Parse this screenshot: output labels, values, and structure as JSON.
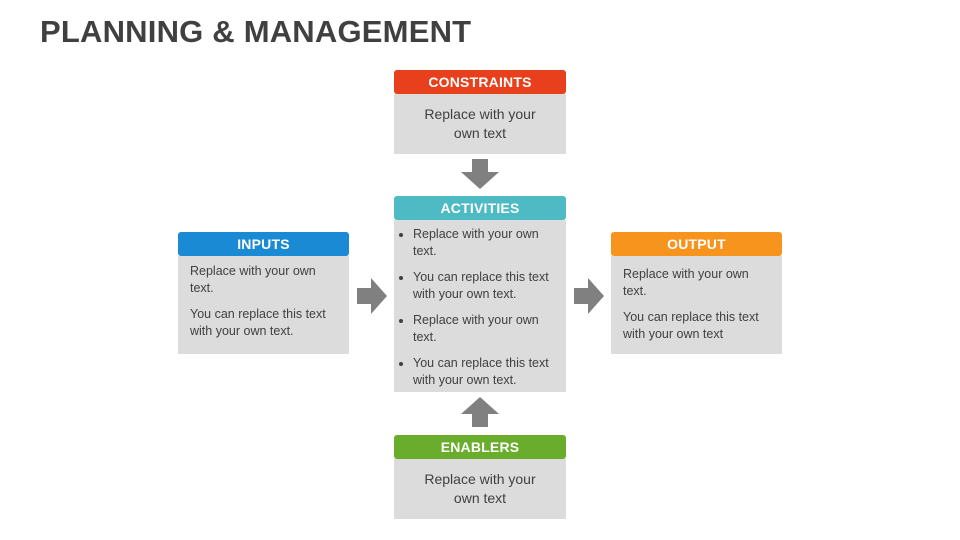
{
  "title": "PLANNING & MANAGEMENT",
  "colors": {
    "constraints": "#e8401c",
    "activities": "#4dbac4",
    "inputs": "#1a8ad4",
    "output": "#f7941d",
    "enablers": "#6aad2c",
    "body_fill": "#dcdcdc",
    "arrow": "#808080"
  },
  "constraints": {
    "label": "CONSTRAINTS",
    "text": "Replace with your own text"
  },
  "activities": {
    "label": "ACTIVITIES",
    "items": [
      "Replace with your own text.",
      "You can replace this text with your own text.",
      "Replace with your own text.",
      "You can replace this text with your own text."
    ]
  },
  "inputs": {
    "label": "INPUTS",
    "paragraphs": [
      "Replace with your own text.",
      "You can replace this text with your own text."
    ]
  },
  "output": {
    "label": "OUTPUT",
    "paragraphs": [
      "Replace with your own text.",
      "You can replace this text with your own text"
    ]
  },
  "enablers": {
    "label": "ENABLERS",
    "text": "Replace with your own text"
  }
}
